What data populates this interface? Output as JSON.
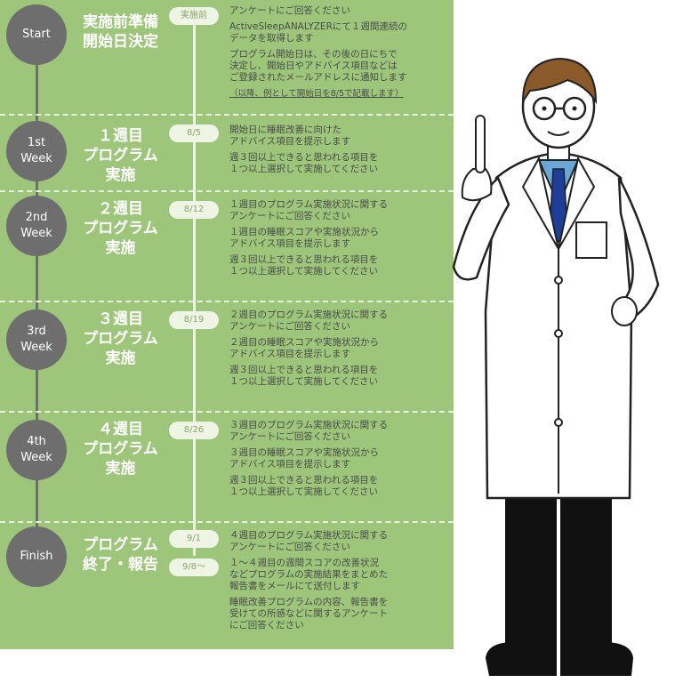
{
  "schedule": {
    "stages": [
      {
        "badge": "Start",
        "title": "実施前準備\n開始日決定",
        "date": "実施前",
        "lines": [
          "アンケートにご回答ください",
          "ActiveSleepANALYZERにて１週間連続の\nデータを取得します",
          "プログラム開始日は、その後の日にちで\n決定し、開始日やアドバイス項目などは\nご登録されたメールアドレスに通知します"
        ],
        "note": "（以降、例として開始日を8/5で記載します）"
      },
      {
        "badge": "1st\nWeek",
        "title": "１週目\nプログラム\n実施",
        "date": "8/5",
        "lines": [
          "開始日に睡眠改善に向けた\nアドバイス項目を提示します",
          "週３回以上できると思われる項目を\n１つ以上選択して実施してください"
        ]
      },
      {
        "badge": "2nd\nWeek",
        "title": "２週目\nプログラム\n実施",
        "date": "8/12",
        "lines": [
          "１週目のプログラム実施状況に関する\nアンケートにご回答ください",
          "１週目の睡眠スコアや実施状況から\nアドバイス項目を提示します",
          "週３回以上できると思われる項目を\n１つ以上選択して実施してください"
        ]
      },
      {
        "badge": "3rd\nWeek",
        "title": "３週目\nプログラム\n実施",
        "date": "8/19",
        "lines": [
          "２週目のプログラム実施状況に関する\nアンケートにご回答ください",
          "２週目の睡眠スコアや実施状況から\nアドバイス項目を提示します",
          "週３回以上できると思われる項目を\n１つ以上選択して実施してください"
        ]
      },
      {
        "badge": "4th\nWeek",
        "title": "４週目\nプログラム\n実施",
        "date": "8/26",
        "lines": [
          "３週目のプログラム実施状況に関する\nアンケートにご回答ください",
          "３週目の睡眠スコアや実施状況から\nアドバイス項目を提示します",
          "週３回以上できると思われる項目を\n１つ以上選択して実施してください"
        ]
      },
      {
        "badge": "Finish",
        "title": "プログラム\n終了・報告",
        "date": "9/1",
        "date2": "9/8～",
        "lines": [
          "４週目のプログラム実施状況に関する\nアンケートにご回答ください",
          "１～４週目の週間スコアの改善状況\nなどプログラムの実施結果をまとめた\n報告書をメールにて送付します",
          "睡眠改善プログラムの内容、報告書を\n受けての所感などに関するアンケート\nにご回答ください"
        ]
      }
    ]
  },
  "colors": {
    "panel": "#9dc67a",
    "node": "#6e6e6e",
    "timeline": "#eef5e4",
    "text": "#4a4a4a"
  },
  "illustration": {
    "icon": "doctor-pointing-illustration"
  }
}
